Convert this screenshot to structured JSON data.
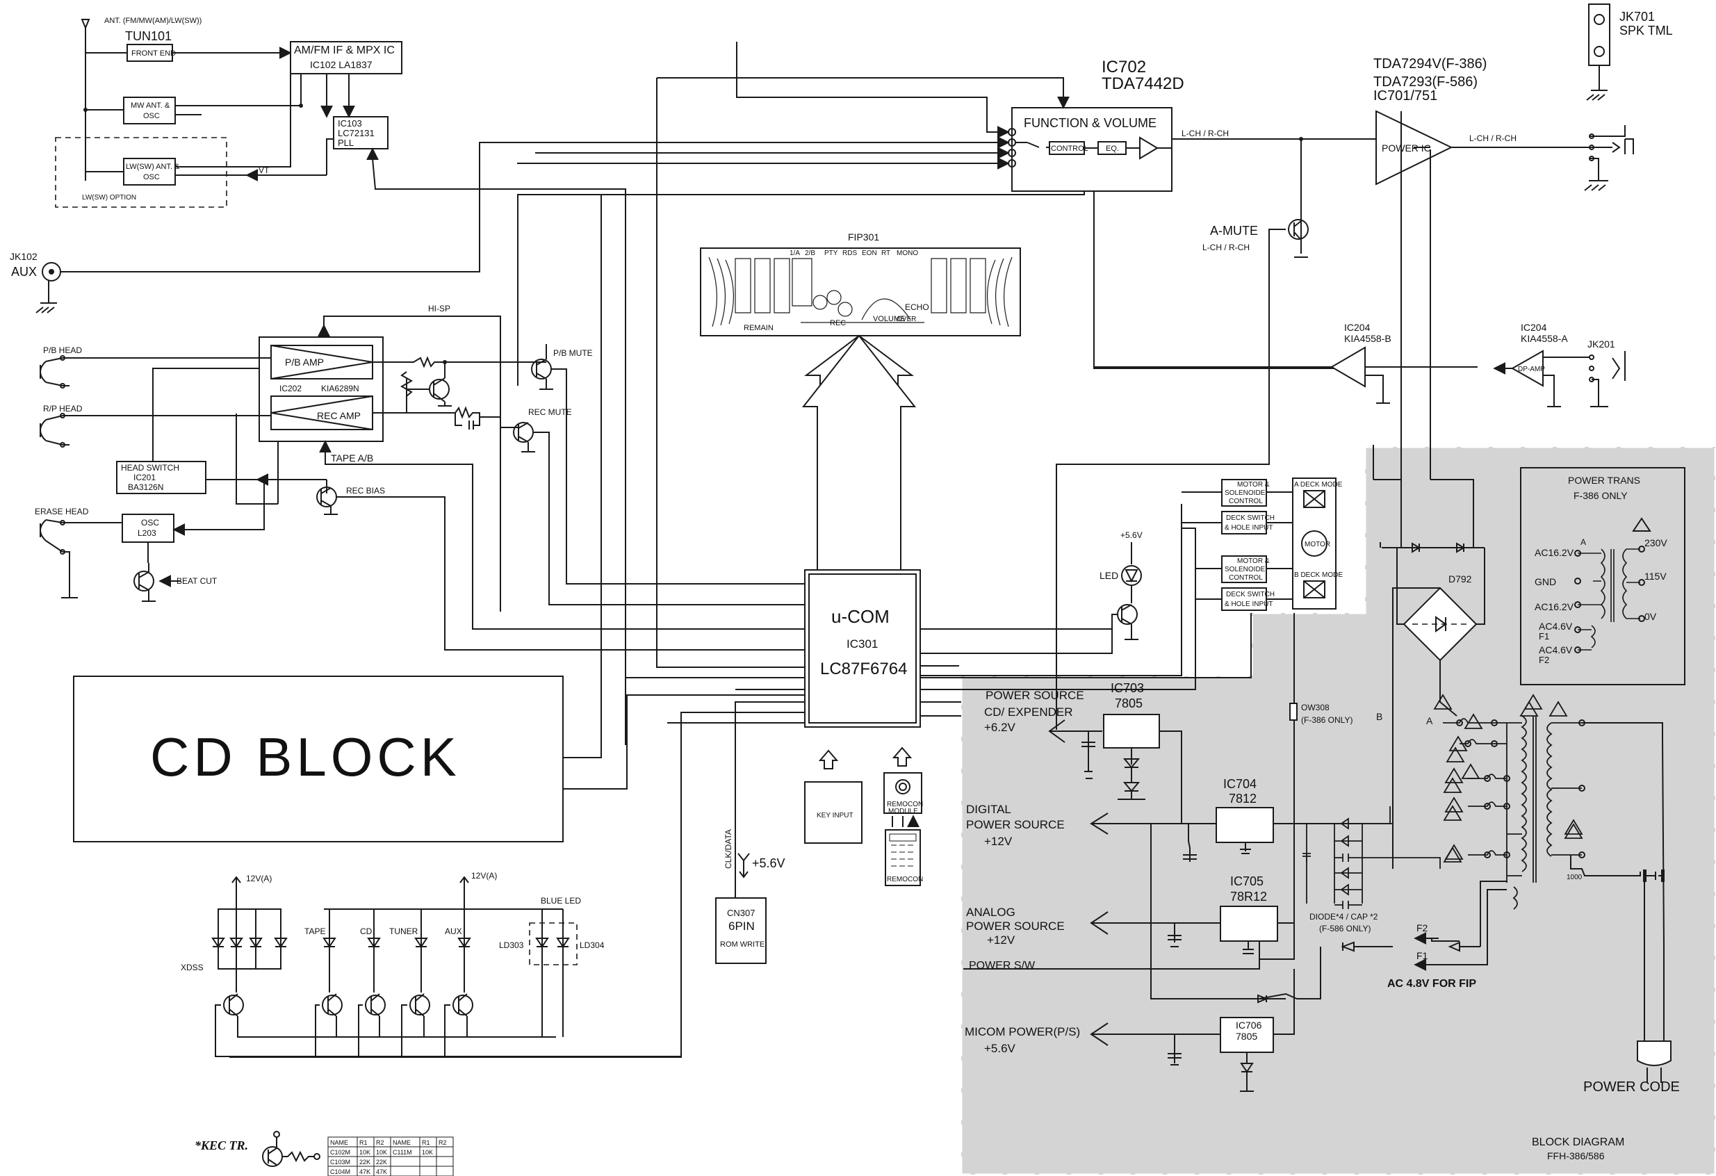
{
  "diagram": {
    "labels": {
      "ant": "ANT. (FM/MW(AM)/LW(SW))",
      "tun101": "TUN101",
      "front_end": "FRONT END",
      "amfm_if": "AM/FM IF & MPX IC",
      "ic102": "IC102 LA1837",
      "mw_ant_1": "MW ANT. &",
      "mw_ant_2": "OSC",
      "ic103": "IC103",
      "lc72131": "LC72131",
      "pll": "PLL",
      "lw_ant_1": "LW(SW) ANT. &",
      "lw_ant_2": "OSC",
      "vt": "VT",
      "lw_option": "LW(SW) OPTION",
      "jk102": "JK102",
      "aux_in": "AUX",
      "ic702": "IC702",
      "tda7442d": "TDA7442D",
      "func_vol": "FUNCTION & VOLUME",
      "control": "CONTROL",
      "eq": "EQ.",
      "lch_rch_1": "L-CH / R-CH",
      "tda7294": "TDA7294V(F-386)",
      "tda7293": "TDA7293(F-586)",
      "ic701": "IC701/751",
      "power_ic": "POWER IC",
      "lch_rch_2": "L-CH / R-CH",
      "jk701": "JK701",
      "spk_tml": "SPK TML",
      "a_mute": "A-MUTE",
      "lch_rch_3": "L-CH / R-CH",
      "fip301": "FIP301",
      "remain": "REMAIN",
      "volume": "VOLUME",
      "over": "OVER",
      "echo": "ECHO",
      "rec_fip": "REC",
      "hi_sp": "HI-SP",
      "pb_head": "P/B HEAD",
      "pb_amp": "P/B AMP",
      "ic202": "IC202",
      "kia6289n": "KIA6289N",
      "rp_head": "R/P HEAD",
      "rec_amp": "REC AMP",
      "pb_mute": "P/B MUTE",
      "rec_mute": "REC MUTE",
      "tape_ab": "TAPE A/B",
      "head_switch": "HEAD SWITCH",
      "ic201": "IC201",
      "ba3126n": "BA3126N",
      "rec_bias": "REC BIAS",
      "erase_head": "ERASE HEAD",
      "osc": "OSC",
      "l203": "L203",
      "beat_cut": "BEAT CUT",
      "ucom": "u-COM",
      "ic301": "IC301",
      "lc87f6764": "LC87F6764",
      "cd_block": "CD BLOCK",
      "key_input": "KEY INPUT",
      "remocon_module_1": "REMOCON",
      "remocon_module_2": "MODULE",
      "remocon": "REMOCON",
      "clk_data": "CLK/DATA",
      "plus_5_6v": "+5.6V",
      "cn307": "CN307",
      "six_pin": "6PIN",
      "rom_write": "ROM WRITE",
      "ic204_b": "IC204",
      "kia4558_b": "KIA4558-B",
      "ic204_a": "IC204",
      "kia4558_a": "KIA4558-A",
      "jk201": "JK201",
      "dp_amp": "DP-AMP",
      "led_5_6v": "+5.6V",
      "led": "LED",
      "motor_sol_1a": "MOTOR &",
      "motor_sol_1b": "SOLENOIDE",
      "motor_sol_1c": "CONTROL",
      "deck_sw_1a": "DECK SWITCH",
      "deck_sw_1b": "& HOLE INPUT",
      "a_deck_mode": "A DECK MODE",
      "motor": "MOTOR",
      "motor_sol_2a": "MOTOR &",
      "motor_sol_2b": "SOLENOIDE",
      "motor_sol_2c": "CONTROL",
      "deck_sw_2a": "DECK SWITCH",
      "deck_sw_2b": "& HOLE INPUT",
      "b_deck_mode": "B DECK MODE",
      "power_trans": "POWER TRANS",
      "f386_only": "F-386 ONLY",
      "tr_a": "A",
      "ac16_2v_1": "AC16.2V",
      "gnd": "GND",
      "ac16_2v_2": "AC16.2V",
      "ac4_6v_1": "AC4.6V",
      "f1_tr": "F1",
      "ac4_6v_2": "AC4.6V",
      "f2_tr": "F2",
      "v230": "230V",
      "v115": "115V",
      "v0": "0V",
      "d792": "D792",
      "ps_title": "POWER SOURCE",
      "ps_cd": "CD/ EXPENDER",
      "ps_6_2v": "+6.2V",
      "ic703": "IC703",
      "ic703_part": "7805",
      "ow308": "OW308",
      "f386_only_2": "(F-386 ONLY)",
      "pt_b": "B",
      "pt_a": "A",
      "digital_1": "DIGITAL",
      "digital_2": "POWER SOURCE",
      "digital_3": "+12V",
      "ic704": "IC704",
      "ic704_part": "7812",
      "ic705": "IC705",
      "ic705_part": "78R12",
      "analog_1": "ANALOG",
      "analog_2": "POWER SOURCE",
      "analog_3": "+12V",
      "diode_cap": "DIODE*4 / CAP *2",
      "f586_only": "(F-586 ONLY)",
      "power_sw": "POWER S/W",
      "f2": "F2",
      "f1": "F1",
      "ac_4_8v": "AC 4.8V FOR FIP",
      "micom_1": "MICOM POWER(P/S)",
      "micom_2": "+5.6V",
      "ic706": "IC706",
      "ic706_part": "7805",
      "power_code": "POWER CODE",
      "block_diagram": "BLOCK DIAGRAM",
      "model": "FFH-386/586",
      "v12a_1": "12V(A)",
      "v12a_2": "12V(A)",
      "xdss": "XDSS",
      "tape": "TAPE",
      "cd": "CD",
      "tuner": "TUNER",
      "aux": "AUX",
      "blue_led": "BLUE LED",
      "ld303": "LD303",
      "ld304": "LD304",
      "kec_tr": "*KEC TR.",
      "fuse_mark": "1000"
    },
    "kec_table": {
      "headers": [
        "NAME",
        "R1",
        "R2",
        "NAME",
        "R1",
        "R2"
      ],
      "rows": [
        [
          "C102M",
          "10K",
          "10K",
          "C111M",
          "10K",
          ""
        ],
        [
          "C103M",
          "22K",
          "22K",
          "",
          "",
          ""
        ],
        [
          "C104M",
          "47K",
          "47K",
          "",
          "",
          ""
        ]
      ]
    },
    "fip_segments": {
      "s1": "1/A",
      "s2": "2/B",
      "s3": "PTY",
      "s4": "RDS",
      "s5": "EON",
      "s6": "RT",
      "s7": "MONO"
    }
  }
}
